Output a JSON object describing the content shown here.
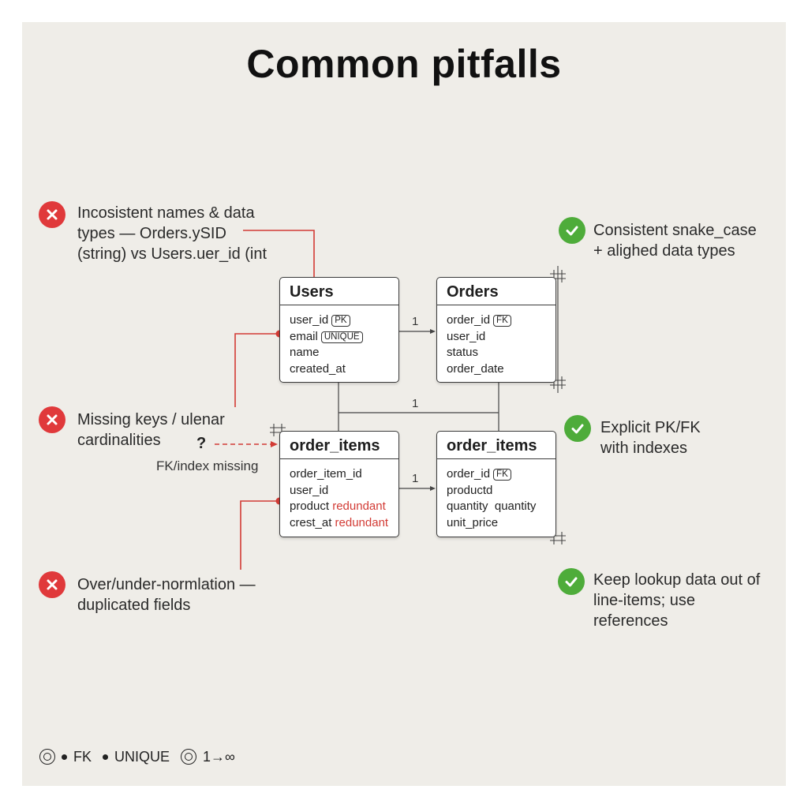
{
  "title": "Common pitfalls",
  "pitfalls": [
    {
      "lines": [
        "Incosistent names & data",
        "types — Orders.ySID",
        "(string) vs Users.uer_id (int"
      ]
    },
    {
      "lines": [
        "Missing keys / ulenar",
        "cardinalities"
      ]
    },
    {
      "lines": [
        "Over/under-normlation —",
        "duplicated fields"
      ]
    }
  ],
  "fixes": [
    {
      "lines": [
        "Consistent snake_case",
        "+ alighed data types"
      ]
    },
    {
      "lines": [
        "Explicit PK/FK",
        "with indexes"
      ]
    },
    {
      "lines": [
        "Keep lookup data out of",
        "line-items; use",
        "references"
      ]
    }
  ],
  "entities": {
    "users": {
      "name": "Users",
      "rows": [
        {
          "text": "user_id",
          "tag": "PK"
        },
        {
          "text": "email",
          "tag": "UNIQUE"
        },
        {
          "text": "name"
        },
        {
          "text": "created_at"
        }
      ]
    },
    "orders": {
      "name": "Orders",
      "rows": [
        {
          "text": "order_id",
          "tag": "FK"
        },
        {
          "text": "user_id"
        },
        {
          "text": "status"
        },
        {
          "text": "order_date"
        }
      ]
    },
    "order_items_left": {
      "name": "order_items",
      "rows": [
        {
          "text": "order_item_id"
        },
        {
          "text": "user_id"
        },
        {
          "text": "product",
          "red": "redundant"
        },
        {
          "text": "crest_at",
          "red": "redundant"
        }
      ]
    },
    "order_items_right": {
      "name": "order_items",
      "rows": [
        {
          "text": "order_id",
          "tag": "FK"
        },
        {
          "text": "productd"
        },
        {
          "text": "quantity  quantity"
        },
        {
          "text": "unit_price"
        }
      ]
    }
  },
  "cardinality_labels": [
    "1",
    "1",
    "1"
  ],
  "question_mark": "?",
  "fk_missing_label": "FK/index missing",
  "legend": {
    "fk": "FK",
    "unique": "UNIQUE",
    "ratio": "1→∞"
  },
  "colors": {
    "bad": "#e0393b",
    "good": "#4eac3a",
    "connector_red": "#d23b35"
  },
  "icons": {
    "bad": "x-icon",
    "good": "check-icon"
  }
}
